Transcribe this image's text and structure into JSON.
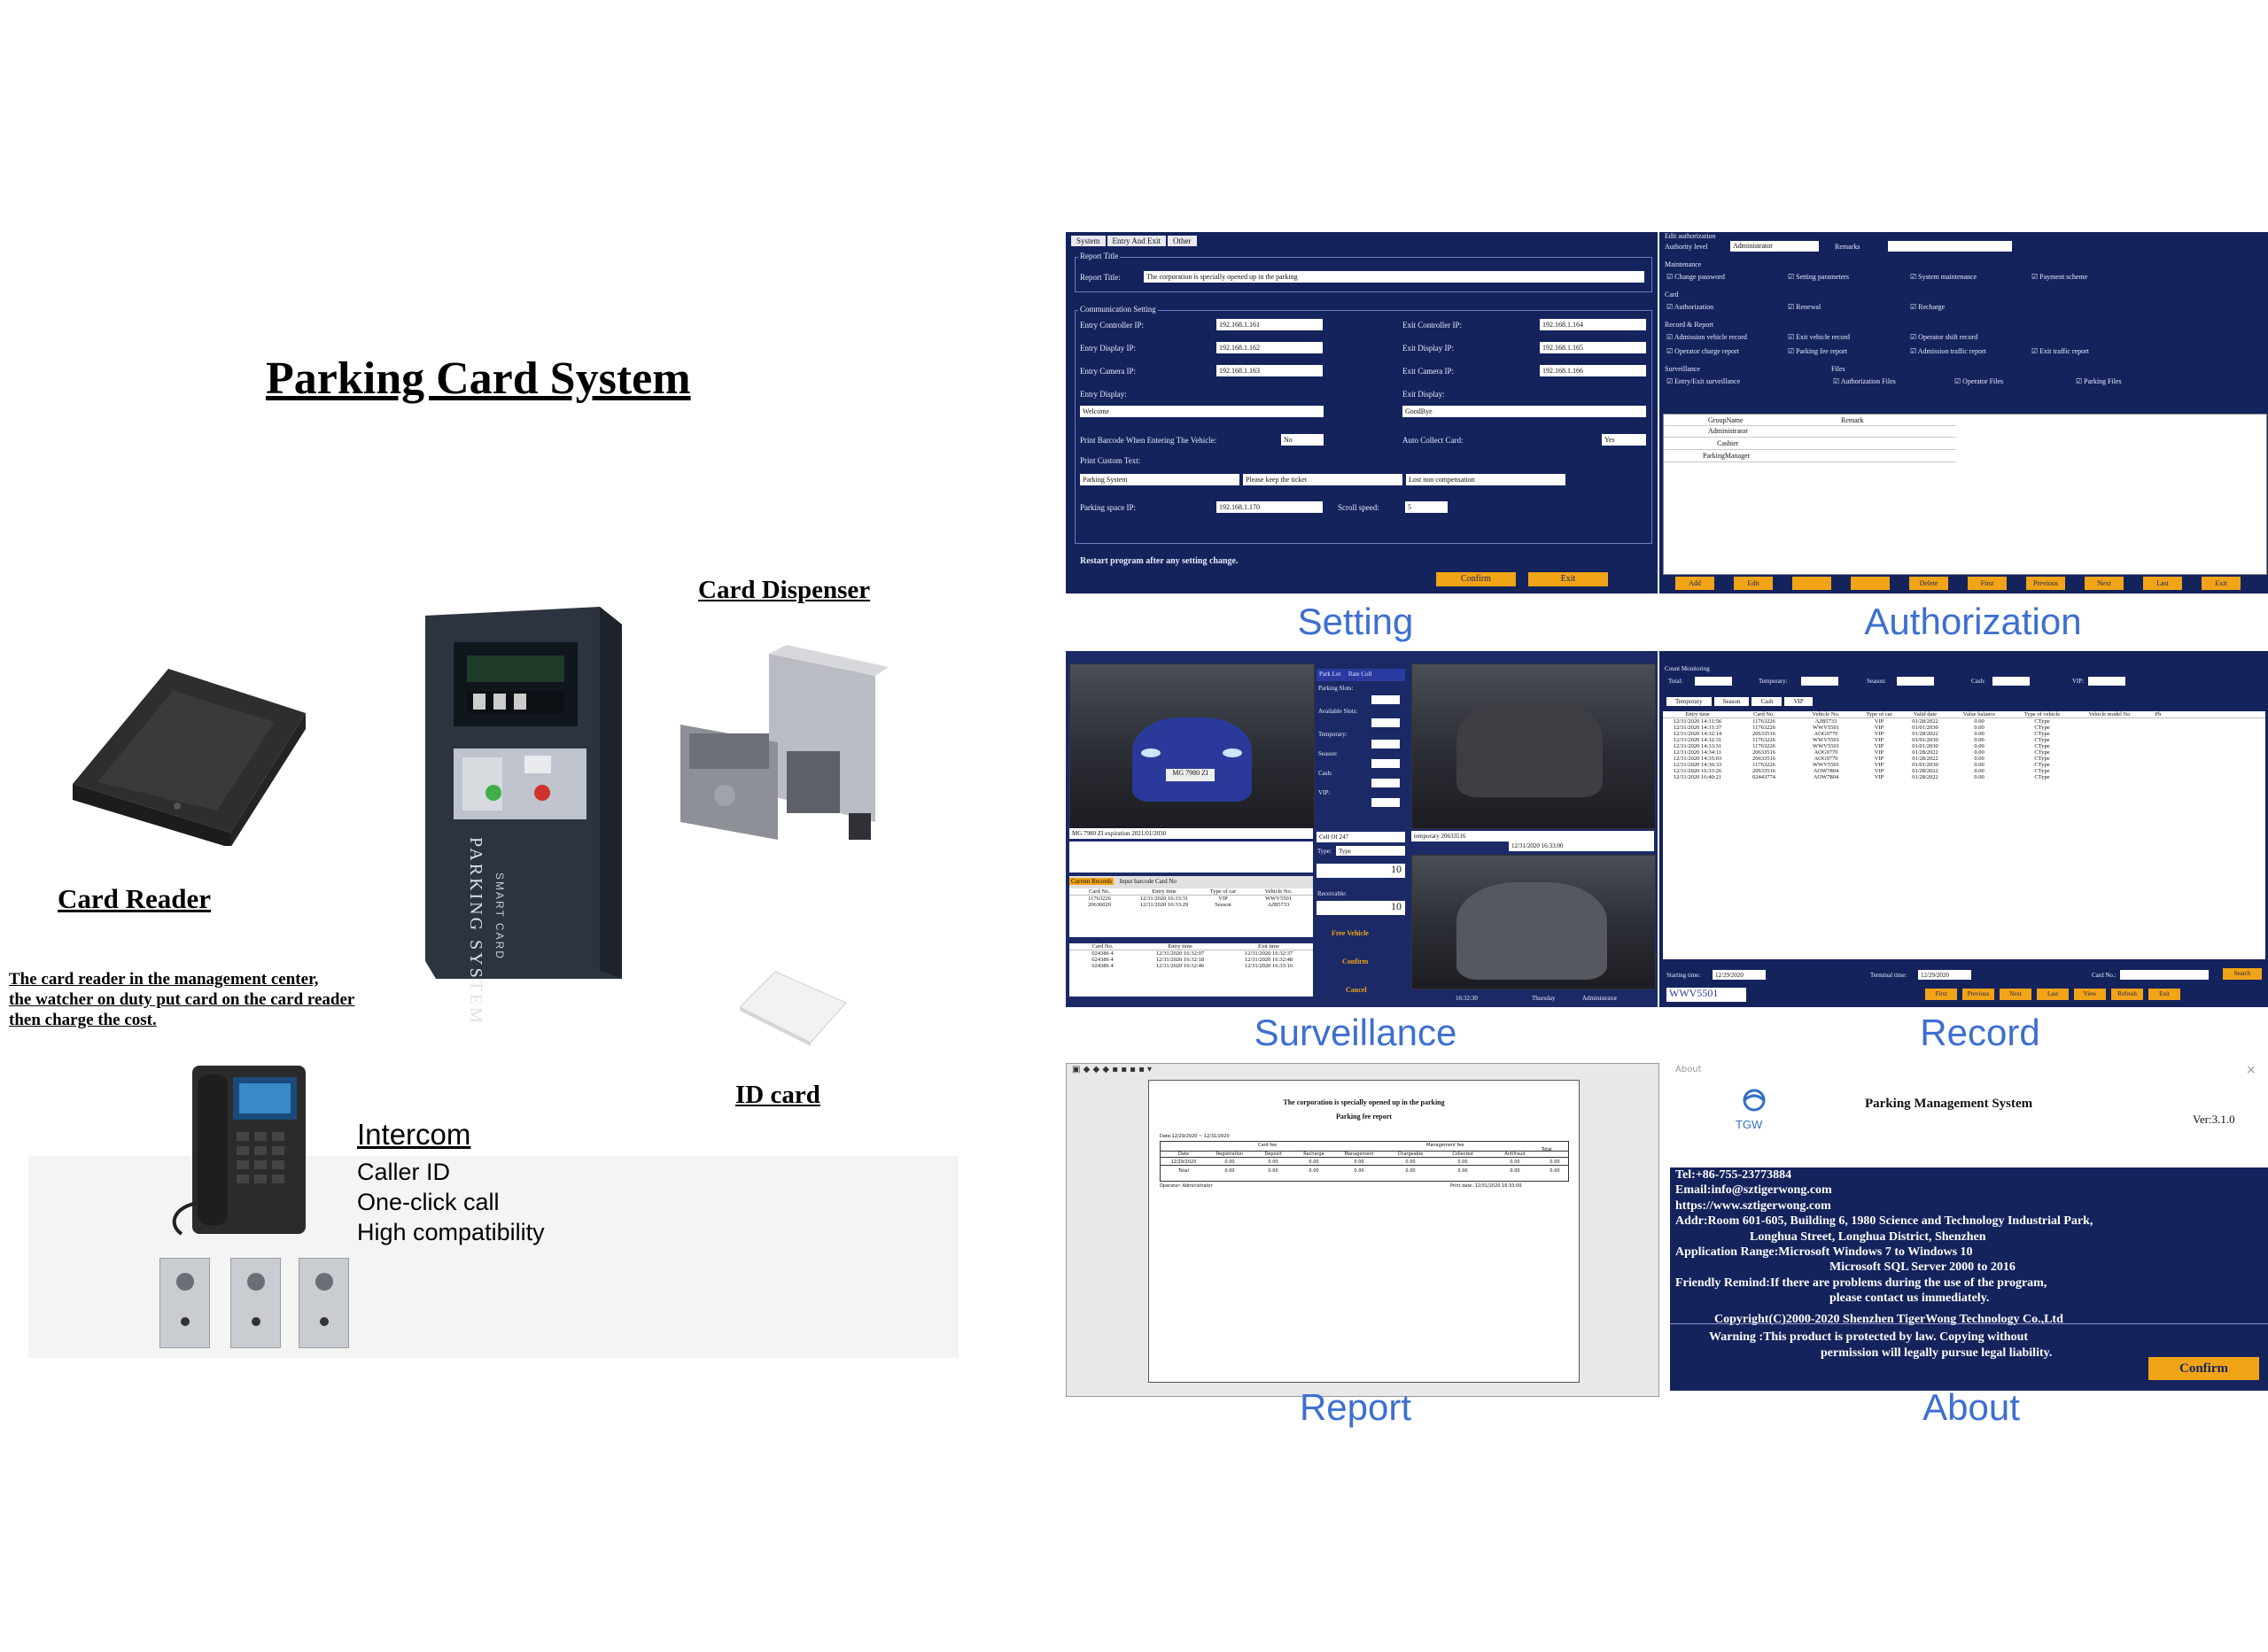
{
  "title": "Parking Card System",
  "hardware": {
    "card_reader": {
      "caption": "Card Reader",
      "desc": [
        "The card reader in the management center,",
        "the watcher on duty put card on the card reader",
        "then charge the cost."
      ]
    },
    "terminal_label": "PARKING SYSTEM",
    "terminal_sub": "SMART CARD",
    "card_dispenser": {
      "caption": "Card Dispenser"
    },
    "id_card": {
      "caption": "ID card"
    },
    "intercom": {
      "caption": "Intercom",
      "features": [
        "Caller ID",
        "One-click call",
        "High compatibility"
      ]
    }
  },
  "panels": {
    "labels": {
      "setting": "Setting",
      "authorization": "Authorization",
      "surveillance": "Surveillance",
      "record": "Record",
      "report": "Report",
      "about": "About"
    },
    "setting": {
      "tabs": [
        "System",
        "Entry And Exit",
        "Other"
      ],
      "report_title_group": "Report Title",
      "report_title_label": "Report Title:",
      "report_title_value": "The corporation is specially opened up in the parking",
      "comm_group": "Communication Setting",
      "entry_controller_ip_label": "Entry Controller IP:",
      "entry_controller_ip": "192.168.1.161",
      "exit_controller_ip_label": "Exit Controller IP:",
      "exit_controller_ip": "192.168.1.164",
      "entry_display_ip_label": "Entry Display IP:",
      "entry_display_ip": "192.168.1.162",
      "exit_display_ip_label": "Exit Display IP:",
      "exit_display_ip": "192.168.1.165",
      "entry_camera_ip_label": "Entry Camera IP:",
      "entry_camera_ip": "192.168.1.163",
      "exit_camera_ip_label": "Exit Camera IP:",
      "exit_camera_ip": "192.168.1.166",
      "entry_display_label": "Entry Display:",
      "entry_display": "Welcome",
      "exit_display_label": "Exit Display:",
      "exit_display": "GoodBye",
      "print_barcode_label": "Print Barcode When Entering The Vehicle:",
      "print_barcode_value": "No",
      "auto_collect_label": "Auto Collect Card:",
      "auto_collect_value": "Yes",
      "print_custom_label": "Print Custom Text:",
      "custom_1": "Parking System",
      "custom_2": "Please keep the ticket",
      "custom_3": "Lost non compensation",
      "parking_space_ip_label": "Parking space IP:",
      "parking_space_ip": "192.168.1.170",
      "scroll_speed_label": "Scroll speed:",
      "scroll_speed": "5",
      "restart_note": "Restart program after any setting change.",
      "confirm": "Confirm",
      "exit": "Exit"
    },
    "authorization": {
      "edit_group": "Edit authorization",
      "authority_level_label": "Authority level",
      "authority_level": "Administrator",
      "remarks_label": "Remarks",
      "maintenance_group": "Maintenance",
      "maintenance": [
        "Change password",
        "Setting parameters",
        "System maintenance",
        "Payment scheme"
      ],
      "card_group": "Card",
      "card": [
        "Authorization",
        "Renewal",
        "Recharge"
      ],
      "record_group": "Record & Report",
      "record_row1": [
        "Admission vehicle record",
        "Exit vehicle record",
        "Operator shift record"
      ],
      "record_row2": [
        "Operator charge report",
        "Parking fee report",
        "Admission traffic report",
        "Exit traffic report"
      ],
      "surveillance_group": "Surveillance",
      "surveillance": [
        "Entry/Exit surveillance"
      ],
      "files_group": "Files",
      "files": [
        "Authorization Files",
        "Operator Files",
        "Parking Files"
      ],
      "table_headers": [
        "GroupName",
        "Remark"
      ],
      "groups": [
        "Administrator",
        "Cashier",
        "ParkingManager"
      ],
      "buttons": [
        "Add",
        "Edit",
        "",
        "",
        "Delete",
        "First",
        "Previous",
        "Next",
        "Last",
        "Exit"
      ]
    },
    "surveillance": {
      "plate_1": "MG 7980 ZI",
      "status_line": "MG 7980 ZI expiration 2021/01/2030",
      "stats_tabs": [
        "Park Lot",
        "Rate Coll"
      ],
      "stats_labels": [
        "Parking Slots:",
        "Available Slots:",
        "Temporary:",
        "Season:",
        "Cash:",
        "VIP:"
      ],
      "slot_status": "Cell Of 247",
      "type_label": "Type:",
      "type_value": "Type",
      "receivable_label": "Receivable:",
      "receivable": "10",
      "amount": "10",
      "actions": [
        "Free Vehicle",
        "Confirm",
        "Cancel"
      ],
      "tabs": [
        "Current Records",
        "Input barcode Card No"
      ],
      "entry_headers": [
        "Card No.",
        "Entry time",
        "Type of car",
        "Vehicle No."
      ],
      "entry_rows": [
        [
          "11763226",
          "12/31/2020 16:33:31",
          "VIP",
          "WWV5501"
        ],
        [
          "20636020",
          "12/31/2020 16:33:29",
          "Season",
          "AJB5733"
        ]
      ],
      "exit_headers": [
        "Card No.",
        "Entry time",
        "Exit time"
      ],
      "exit_rows": [
        [
          "024386 4",
          "12/31/2020 16:32:07",
          "12/31/2020 16:32:37"
        ],
        [
          "024386 4",
          "12/31/2020 16:32:18",
          "12/31/2020 16:32:48"
        ],
        [
          "024386 4",
          "12/31/2020 16:32:46",
          "12/31/2020 16:33:16"
        ]
      ],
      "exit_status": "temporary 20633516",
      "exit_time": "12/31/2020 16:33:00",
      "footer_time": "16:32:30",
      "footer_day": "Thursday",
      "footer_user": "Administrator"
    },
    "record": {
      "group": "Count Monitoring",
      "filter_labels": [
        "Total:",
        "Temporary:",
        "Season:",
        "Cash:",
        "VIP:"
      ],
      "tabs": [
        "Temporary",
        "Season",
        "Cash",
        "VIP"
      ],
      "headers": [
        "Entry time",
        "Card No.",
        "Vehicle No.",
        "Type of car",
        "Valid date",
        "Value balance",
        "Type of vehicle",
        "Vehicle model No",
        "Ph"
      ],
      "rows": [
        [
          "12/31/2020 14:31:56",
          "11763226",
          "AJB5733",
          "VIP",
          "01/28/2022",
          "0.00",
          "CType"
        ],
        [
          "12/31/2020 14:31:37",
          "11763226",
          "WWV5501",
          "VIP",
          "01/01/2030",
          "0.00",
          "CType"
        ],
        [
          "12/31/2020 14:32:14",
          "20633516",
          "AOG9770",
          "VIP",
          "01/28/2022",
          "0.00",
          "CType"
        ],
        [
          "12/31/2020 14:32:31",
          "11763226",
          "WWV5501",
          "VIP",
          "01/01/2030",
          "0.00",
          "CType"
        ],
        [
          "12/31/2020 14:33:31",
          "11763226",
          "WWV5501",
          "VIP",
          "01/01/2030",
          "0.00",
          "CType"
        ],
        [
          "12/31/2020 14:34:11",
          "20633516",
          "AOG9770",
          "VIP",
          "01/28/2022",
          "0.00",
          "CType"
        ],
        [
          "12/31/2020 14:35:03",
          "20633516",
          "AOG9770",
          "VIP",
          "01/28/2022",
          "0.00",
          "CType"
        ],
        [
          "12/31/2020 14:36:33",
          "11763226",
          "WWV5501",
          "VIP",
          "01/01/2030",
          "0.00",
          "CType"
        ],
        [
          "12/31/2020 16:33:26",
          "20633516",
          "AOW7804",
          "VIP",
          "01/28/2022",
          "0.00",
          "CType"
        ],
        [
          "12/31/2020 16:40:21",
          "02443774",
          "AOW7804",
          "VIP",
          "01/28/2022",
          "0.00",
          "CType"
        ]
      ],
      "start_label": "Starting time:",
      "start_value": "12/29/2020",
      "end_label": "Terminal time:",
      "end_value": "12/29/2020",
      "card_label": "Card No.:",
      "search": "Search",
      "plate": "WWV5501",
      "buttons": [
        "First",
        "Previous",
        "Next",
        "Last",
        "View",
        "Refresh",
        "Exit"
      ]
    },
    "report": {
      "toolbar": "▣ ◆ ◆ ◆ ▪ ▪ ▪ ▪ ▾",
      "title": "The corporation is specially opened up in the parking",
      "subtitle": "Parking fee report",
      "date_range": "Date:12/29/2020 ~ 12/31/2020",
      "col_groups": [
        "Card fee",
        "Management fee"
      ],
      "headers": [
        "Date",
        "Registration",
        "Deposit",
        "Recharge",
        "Management",
        "Chargeable",
        "Collected",
        "Antifraud"
      ],
      "total_header": "Total",
      "row": [
        "12/29/2020",
        "0.00",
        "0.00",
        "0.00",
        "0.00",
        "0.00",
        "0.00",
        "0.00",
        "0.00"
      ],
      "total_row": [
        "Total",
        "0.00",
        "0.00",
        "0.00",
        "0.00",
        "0.00",
        "0.00",
        "0.00",
        "0.00"
      ],
      "operator": "Operator: Administrator",
      "print_date": "Print date: 12/31/2020 16:33:00"
    },
    "about": {
      "window_title": "About",
      "logo": "TGW",
      "product": "Parking Management System",
      "version": "Ver:3.1.0",
      "lines": [
        "Tel:+86-755-23773884",
        "Email:info@sztigerwong.com",
        "https://www.sztigerwong.com",
        "Addr:Room 601-605, Building 6, 1980 Science and Technology Industrial Park,",
        "Longhua Street, Longhua District, Shenzhen",
        "Application Range:Microsoft Windows 7 to Windows 10",
        "Microsoft SQL Server 2000 to 2016",
        "Friendly Remind:If there are problems during the use of the program,",
        "please contact us immediately.",
        "Copyright(C)2000-2020 Shenzhen TigerWong Technology Co.,Ltd"
      ],
      "warning_1": "Warning :This product is protected by law. Copying without",
      "warning_2": "permission will legally pursue legal liability.",
      "confirm": "Confirm",
      "close": "×"
    }
  },
  "colors": {
    "panel_bg": "#14235c",
    "accent_button": "#f2a417",
    "label_blue": "#3d6fd0"
  }
}
